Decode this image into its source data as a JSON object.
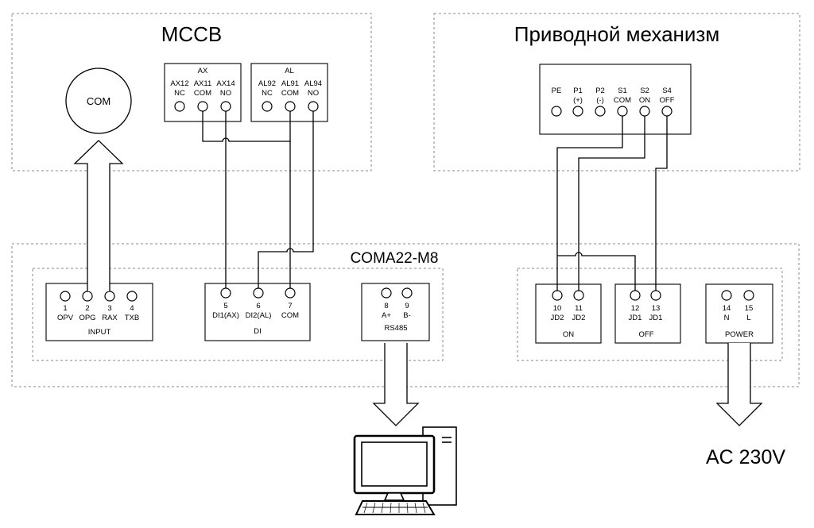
{
  "mccb": {
    "title": "MCCB",
    "com_circle": "COM",
    "ax": {
      "header": "AX",
      "terminals": [
        {
          "top": "AX12",
          "bottom": "NC"
        },
        {
          "top": "AX11",
          "bottom": "COM"
        },
        {
          "top": "AX14",
          "bottom": "NO"
        }
      ]
    },
    "al": {
      "header": "AL",
      "terminals": [
        {
          "top": "AL92",
          "bottom": "NC"
        },
        {
          "top": "AL91",
          "bottom": "COM"
        },
        {
          "top": "AL94",
          "bottom": "NO"
        }
      ]
    }
  },
  "drive": {
    "title": "Приводной механизм",
    "terminals": [
      {
        "top": "PE",
        "bottom": ""
      },
      {
        "top": "P1",
        "bottom": "(+)"
      },
      {
        "top": "P2",
        "bottom": "(-)"
      },
      {
        "top": "S1",
        "bottom": "COM"
      },
      {
        "top": "S2",
        "bottom": "ON"
      },
      {
        "top": "S4",
        "bottom": "OFF"
      }
    ]
  },
  "coma": {
    "title": "COMA22-M8",
    "input": {
      "label": "INPUT",
      "terminals": [
        {
          "num": "1",
          "name": "OPV"
        },
        {
          "num": "2",
          "name": "OPG"
        },
        {
          "num": "3",
          "name": "RAX"
        },
        {
          "num": "4",
          "name": "TXB"
        }
      ]
    },
    "di": {
      "label": "DI",
      "terminals": [
        {
          "num": "5",
          "name": "DI1(AX)"
        },
        {
          "num": "6",
          "name": "DI2(AL)"
        },
        {
          "num": "7",
          "name": "COM"
        }
      ]
    },
    "rs485": {
      "label": "RS485",
      "terminals": [
        {
          "num": "8",
          "name": "A+"
        },
        {
          "num": "9",
          "name": "B-"
        }
      ]
    },
    "on": {
      "label": "ON",
      "terminals": [
        {
          "num": "10",
          "name": "JD2"
        },
        {
          "num": "11",
          "name": "JD2"
        }
      ]
    },
    "off": {
      "label": "OFF",
      "terminals": [
        {
          "num": "12",
          "name": "JD1"
        },
        {
          "num": "13",
          "name": "JD1"
        }
      ]
    },
    "power": {
      "label": "POWER",
      "terminals": [
        {
          "num": "14",
          "name": "N"
        },
        {
          "num": "15",
          "name": "L"
        }
      ]
    }
  },
  "supply": {
    "label": "AC 230V"
  },
  "icons": {
    "computer": "computer-icon"
  }
}
